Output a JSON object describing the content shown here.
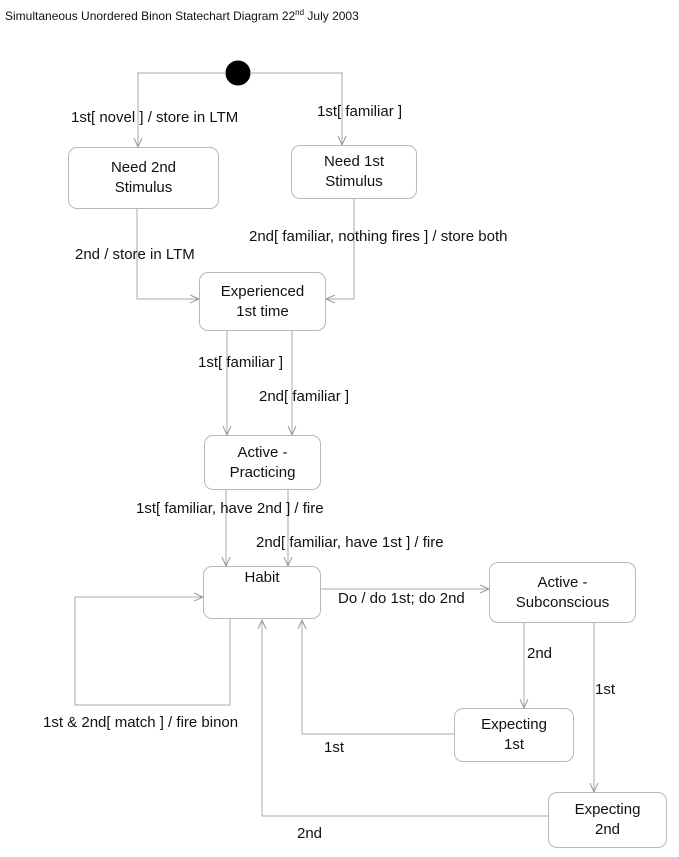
{
  "title": {
    "main": "Simultaneous Unordered Binon Statechart Diagram  22",
    "sup": "nd",
    "tail": " July 2003"
  },
  "states": {
    "need2nd": [
      "Need 2nd",
      "Stimulus"
    ],
    "need1st": [
      "Need 1st",
      "Stimulus"
    ],
    "experienced": [
      "Experienced",
      "1st time"
    ],
    "practicing": [
      "Active -",
      "Practicing"
    ],
    "habit": [
      "Habit"
    ],
    "subconscious": [
      "Active -",
      "Subconscious"
    ],
    "expecting1st": [
      "Expecting",
      "1st"
    ],
    "expecting2nd": [
      "Expecting",
      "2nd"
    ]
  },
  "transitions": {
    "t_novel": "1st[ novel ] / store in LTM",
    "t_familiar": "1st[ familiar ]",
    "t_store_ltm": "2nd / store in LTM",
    "t_store_both": "2nd[ familiar, nothing fires ] / store both",
    "t_exp_1st": "1st[ familiar ]",
    "t_exp_2nd": "2nd[ familiar ]",
    "t_fire1": "1st[ familiar, have 2nd ] / fire",
    "t_fire2": "2nd[ familiar, have 1st ] / fire",
    "t_do": "Do / do 1st; do 2nd",
    "t_match": "1st & 2nd[ match ] / fire binon",
    "t_sub_2nd": "2nd",
    "t_sub_1st": "1st",
    "t_back_1st": "1st",
    "t_back_2nd": "2nd"
  }
}
